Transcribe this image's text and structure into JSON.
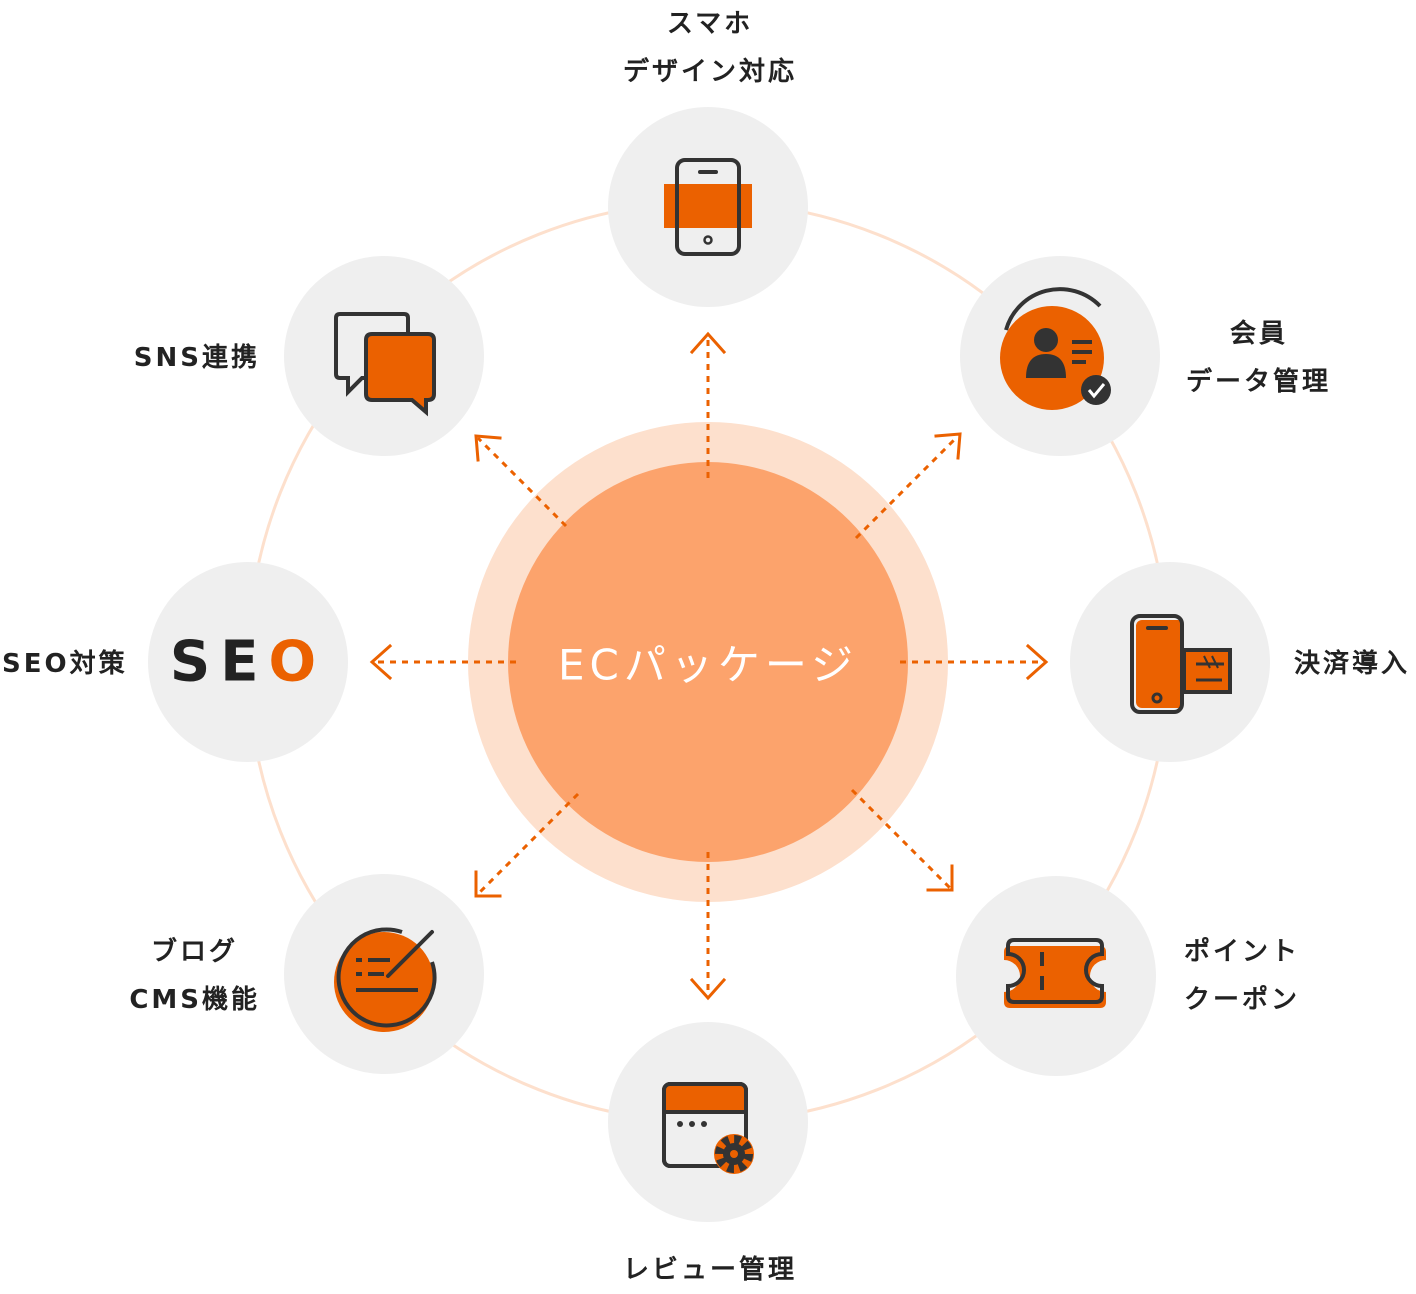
{
  "colors": {
    "accent": "#eb6100",
    "center_fill": "#fca36c",
    "center_ring": "#fde0cd",
    "node_fill": "#efefef",
    "ring_line": "#fde0cd",
    "icon_dark": "#333333"
  },
  "center": {
    "label": "ECパッケージ"
  },
  "nodes": [
    {
      "key": "smartphone",
      "icon": "smartphone-icon",
      "label_lines": [
        "スマホ",
        "デザイン対応"
      ]
    },
    {
      "key": "member",
      "icon": "member-card-icon",
      "label_lines": [
        "会員",
        "データ管理"
      ]
    },
    {
      "key": "payment",
      "icon": "payment-card-icon",
      "label_lines": [
        "決済導入"
      ]
    },
    {
      "key": "point",
      "icon": "ticket-icon",
      "label_lines": [
        "ポイント",
        "クーポン"
      ]
    },
    {
      "key": "review",
      "icon": "browser-gear-icon",
      "label_lines": [
        "レビュー管理"
      ]
    },
    {
      "key": "blog",
      "icon": "blog-edit-icon",
      "label_lines": [
        "ブログ",
        "CMS機能"
      ]
    },
    {
      "key": "seo",
      "icon": "seo-text-icon",
      "label_lines": [
        "SEO対策"
      ]
    },
    {
      "key": "sns",
      "icon": "chat-bubbles-icon",
      "label_lines": [
        "SNS連携"
      ]
    }
  ],
  "seo_icon": {
    "main": "SE",
    "highlight": "O"
  }
}
